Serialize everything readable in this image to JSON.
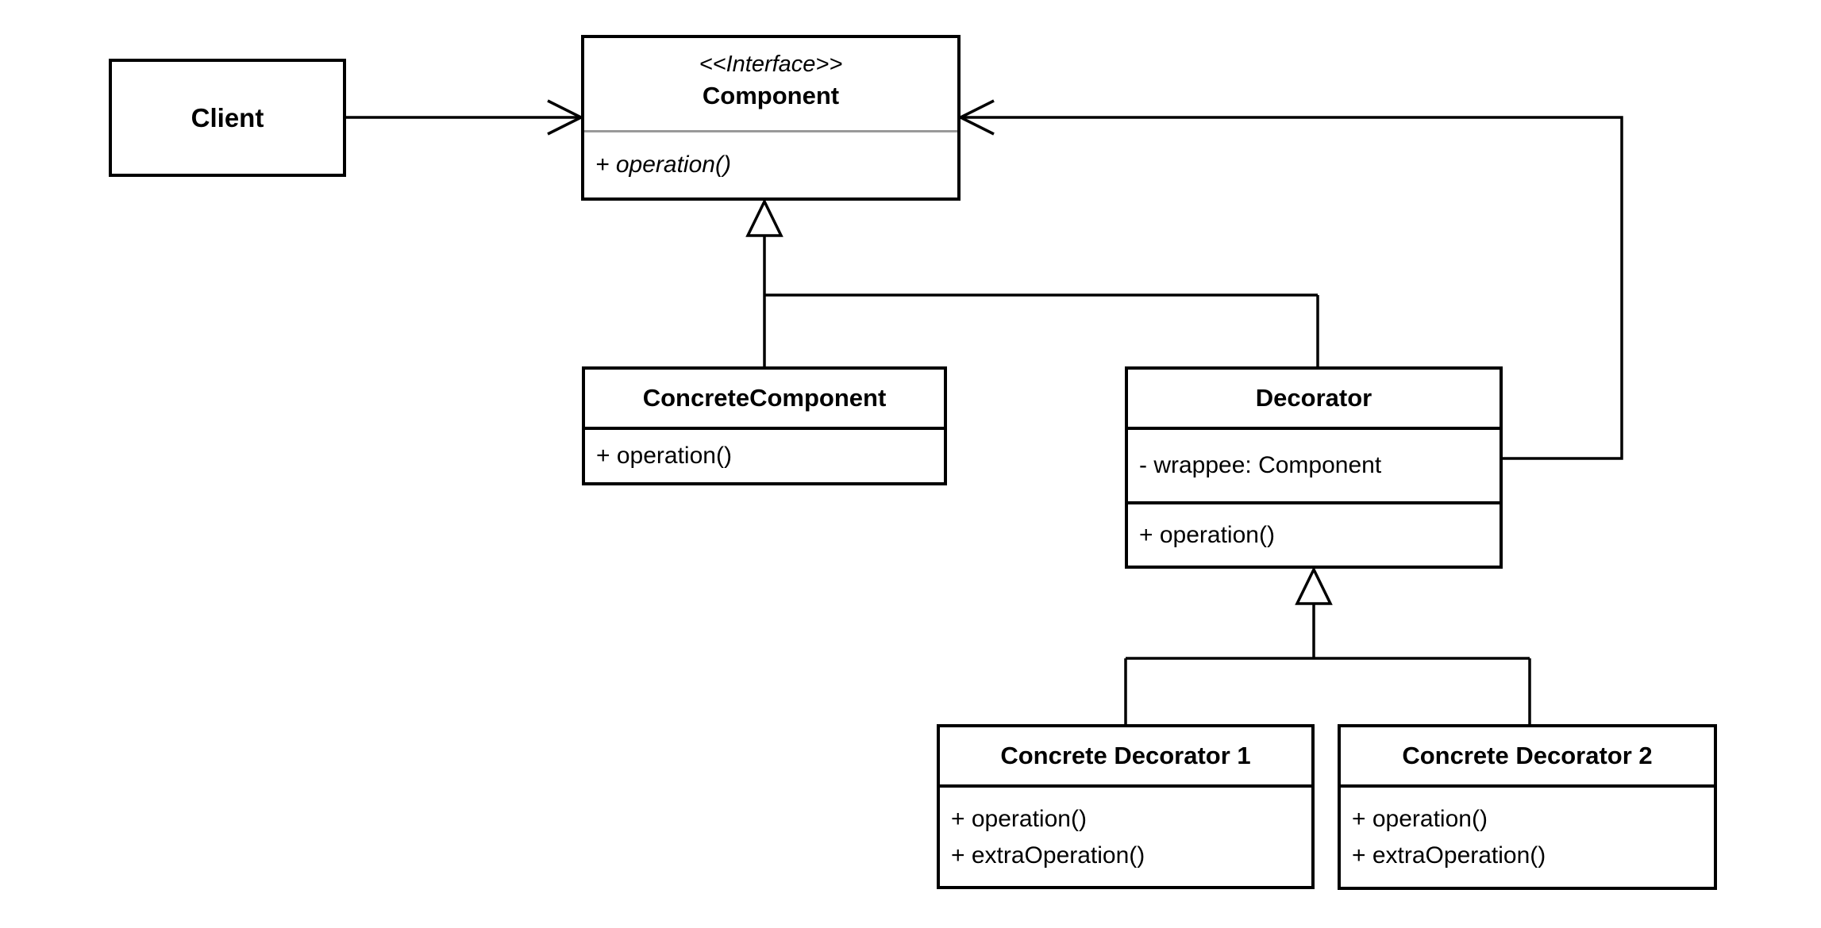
{
  "diagram": {
    "background_color": "#ffffff",
    "line_color": "#000000",
    "interface_separator_color": "#999999",
    "nodes": {
      "client": {
        "name": "Client"
      },
      "component": {
        "stereotype": "<<Interface>>",
        "name": "Component",
        "methods": [
          "+ operation()"
        ]
      },
      "concrete_component": {
        "name": "ConcreteComponent",
        "methods": [
          "+ operation()"
        ]
      },
      "decorator": {
        "name": "Decorator",
        "attributes": [
          "- wrappee: Component"
        ],
        "methods": [
          "+ operation()"
        ]
      },
      "concrete_decorator_1": {
        "name": "Concrete Decorator 1",
        "methods": [
          "+ operation()",
          "+ extraOperation()"
        ]
      },
      "concrete_decorator_2": {
        "name": "Concrete Decorator 2",
        "methods": [
          "+ operation()",
          "+ extraOperation()"
        ]
      }
    },
    "relationships": [
      {
        "type": "association",
        "from": "Client",
        "to": "Component",
        "arrow": "open"
      },
      {
        "type": "association",
        "from": "Decorator",
        "to": "Component",
        "arrow": "open"
      },
      {
        "type": "generalization",
        "from": "ConcreteComponent",
        "to": "Component",
        "arrow": "hollow-triangle"
      },
      {
        "type": "generalization",
        "from": "Decorator",
        "to": "Component",
        "arrow": "hollow-triangle"
      },
      {
        "type": "generalization",
        "from": "Concrete Decorator 1",
        "to": "Decorator",
        "arrow": "hollow-triangle"
      },
      {
        "type": "generalization",
        "from": "Concrete Decorator 2",
        "to": "Decorator",
        "arrow": "hollow-triangle"
      }
    ]
  }
}
